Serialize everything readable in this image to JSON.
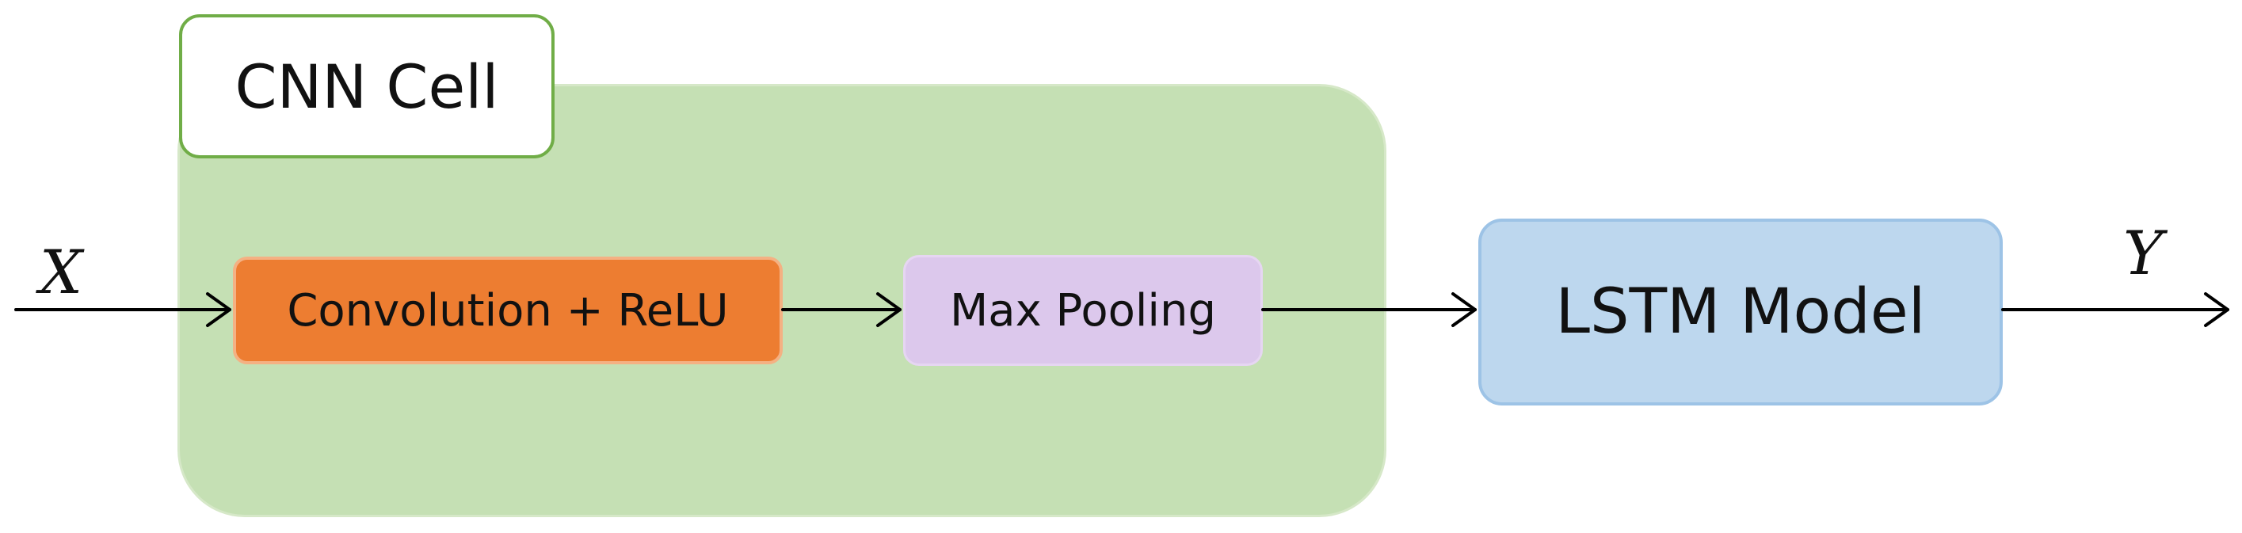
{
  "diagram": {
    "input_label": "X",
    "output_label": "Y",
    "cnn_cell": {
      "title": "CNN Cell",
      "container_color": "#c5e0b4",
      "title_border_color": "#70ad47"
    },
    "blocks": {
      "conv_relu": {
        "label": "Convolution + ReLU",
        "color": "#ed7d31"
      },
      "max_pooling": {
        "label": "Max Pooling",
        "color": "#dcc8ec"
      },
      "lstm": {
        "label": "LSTM Model",
        "color": "#bdd7ee"
      }
    },
    "arrow_color": "#000000"
  }
}
